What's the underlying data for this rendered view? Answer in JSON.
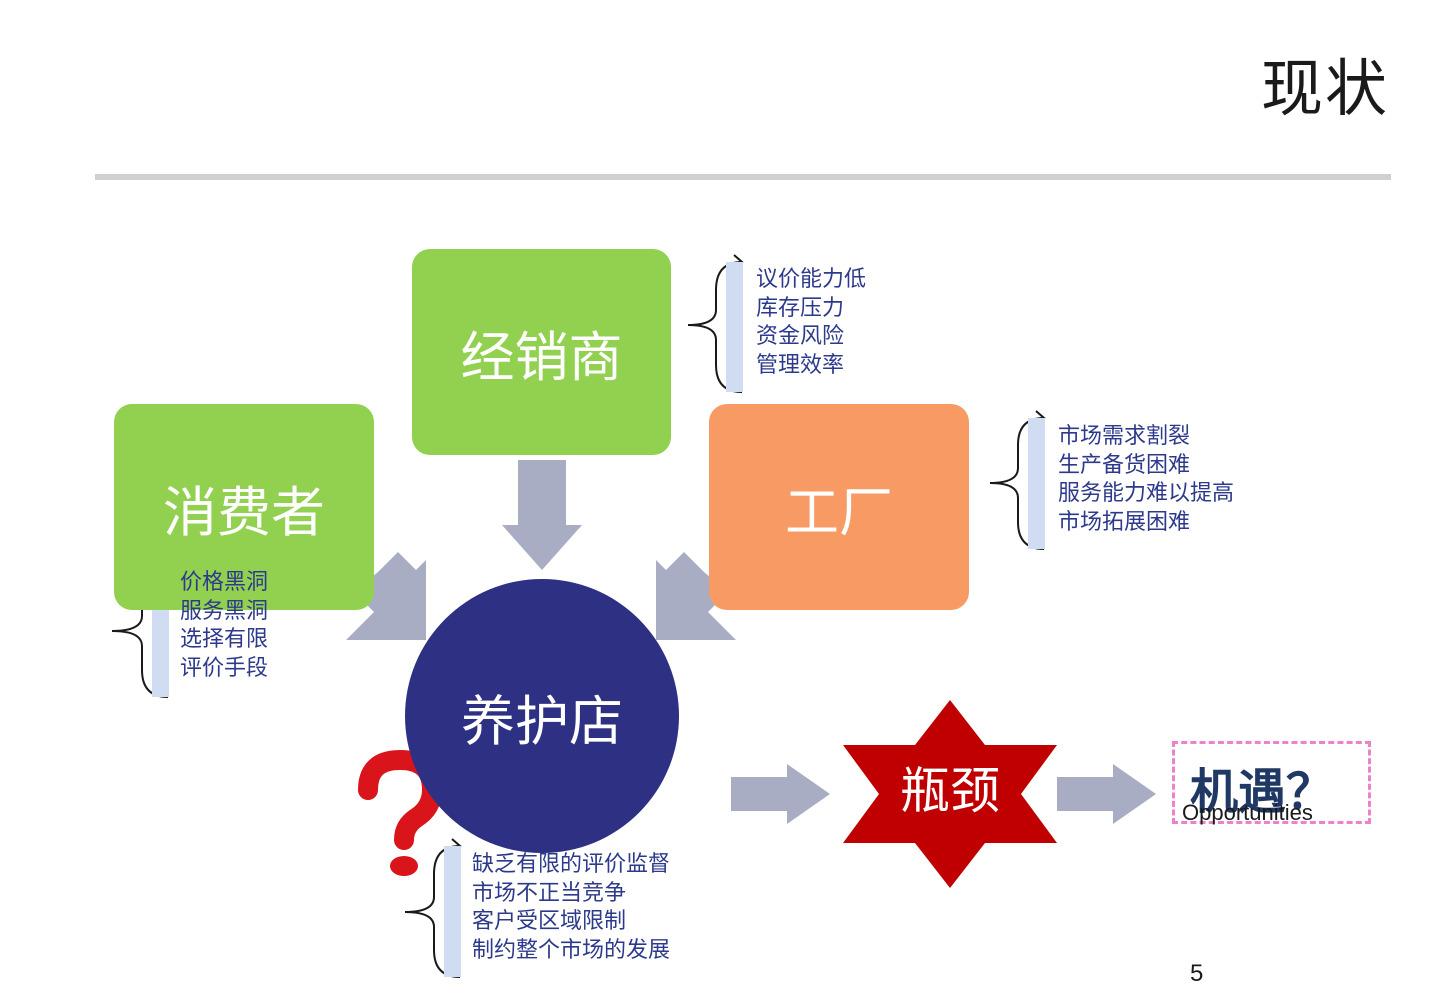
{
  "title": "现状",
  "nodes": {
    "dealer": "经销商",
    "consumer": "消费者",
    "factory": "工厂",
    "shop": "养护店",
    "bottleneck": "瓶颈",
    "opportunity": {
      "title": "机遇？",
      "subtitle": "Opportunities"
    }
  },
  "notes": {
    "dealer": [
      "议价能力低",
      "库存压力",
      "资金风险",
      "管理效率"
    ],
    "factory": [
      "市场需求割裂",
      "生产备货困难",
      "服务能力难以提高",
      "市场拓展困难"
    ],
    "consumer": [
      "价格黑洞",
      "服务黑洞",
      "选择有限",
      "评价手段"
    ],
    "shop": [
      "缺乏有限的评价监督",
      "市场不正当竞争",
      "客户受区域限制",
      "制约整个市场的发展"
    ]
  },
  "page_number": "5",
  "colors": {
    "green": "#92d050",
    "orange": "#f79a64",
    "navy": "#2e3083",
    "red": "#c00000",
    "arrow": "#a9adc3",
    "note_text": "#2d3a8c"
  },
  "icons": [
    "question-mark-icon",
    "down-arrow-icon",
    "right-arrow-icon",
    "diagonal-arrow-icon",
    "curly-bracket-icon",
    "star-shape"
  ]
}
